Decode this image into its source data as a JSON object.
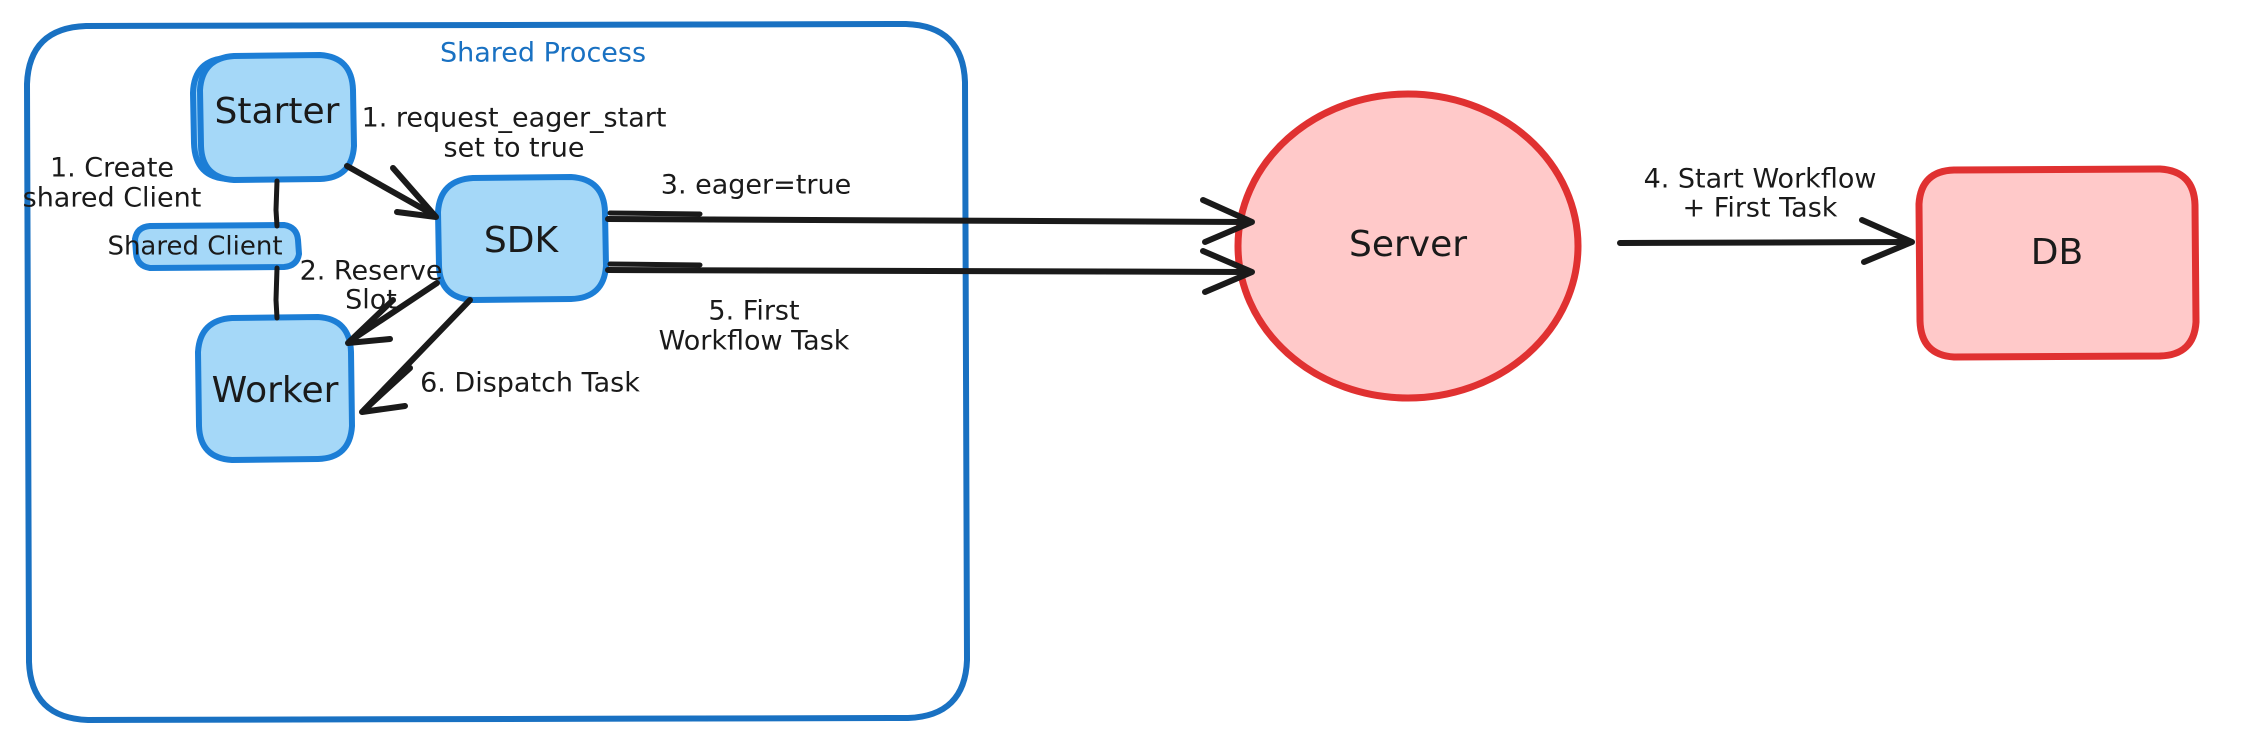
{
  "diagram": {
    "type": "architecture-flow",
    "title_visible": false,
    "colors": {
      "blue_fill": "#a5d8f8",
      "blue_stroke": "#1c7ed6",
      "container_stroke": "#1971c2",
      "red_fill": "#ffc9c9",
      "red_stroke": "#e03131",
      "text": "#1a1a1a",
      "group_label_text": "#1971c2",
      "background": "#ffffff"
    },
    "group": {
      "name": "shared-process",
      "label": "Shared Process"
    },
    "nodes": [
      {
        "id": "starter",
        "label": "Starter",
        "shape": "rounded-rect",
        "style": "blue"
      },
      {
        "id": "shared_client",
        "label": "Shared Client",
        "shape": "rounded-rect",
        "style": "blue"
      },
      {
        "id": "worker",
        "label": "Worker",
        "shape": "rounded-rect",
        "style": "blue"
      },
      {
        "id": "sdk",
        "label": "SDK",
        "shape": "rounded-rect",
        "style": "blue"
      },
      {
        "id": "server",
        "label": "Server",
        "shape": "ellipse",
        "style": "red"
      },
      {
        "id": "db",
        "label": "DB",
        "shape": "rounded-rect",
        "style": "red"
      }
    ],
    "edges": [
      {
        "id": "e1",
        "from": "starter",
        "to": "sdk",
        "label": "1. request_eager_start\nset to true",
        "label_lines": [
          "1. request_eager_start",
          "set to true"
        ]
      },
      {
        "id": "e2",
        "from": "sdk",
        "to": "worker",
        "label": "2. Reserve Slot",
        "label_lines": [
          "2. Reserve",
          "Slot"
        ]
      },
      {
        "id": "e3",
        "from": "sdk",
        "to": "server",
        "label": "3. eager=true",
        "label_lines": [
          "3. eager=true"
        ]
      },
      {
        "id": "e4",
        "from": "server",
        "to": "db",
        "label": "4. Start Workflow + First Task",
        "label_lines": [
          "4. Start Workflow",
          "+ First Task"
        ]
      },
      {
        "id": "e5",
        "from": "sdk",
        "to": "server",
        "label": "5. First Workflow Task",
        "label_lines": [
          "5. First",
          "Workflow Task"
        ]
      },
      {
        "id": "e6",
        "from": "sdk",
        "to": "worker",
        "label": "6. Dispatch Task",
        "label_lines": [
          "6. Dispatch Task"
        ]
      },
      {
        "id": "e7",
        "from": "starter",
        "to": "shared_client",
        "label": "1. Create shared Client",
        "label_lines": [
          "1. Create",
          "shared Client"
        ]
      },
      {
        "id": "e8",
        "from": "shared_client",
        "to": "worker",
        "label": "",
        "label_lines": []
      }
    ],
    "labels": {
      "group_title": "Shared Process",
      "starter": "Starter",
      "shared_client": "Shared Client",
      "worker": "Worker",
      "sdk": "SDK",
      "server": "Server",
      "db": "DB",
      "create_shared_client_l1": "1. Create",
      "create_shared_client_l2": "shared Client",
      "request_eager_start_l1": "1. request_eager_start",
      "request_eager_start_l2": "set to true",
      "reserve_slot_l1": "2. Reserve",
      "reserve_slot_l2": "Slot",
      "eager_true": "3. eager=true",
      "start_workflow_l1": "4. Start Workflow",
      "start_workflow_l2": "+ First Task",
      "first_workflow_task_l1": "5. First",
      "first_workflow_task_l2": "Workflow Task",
      "dispatch_task": "6. Dispatch Task"
    }
  }
}
